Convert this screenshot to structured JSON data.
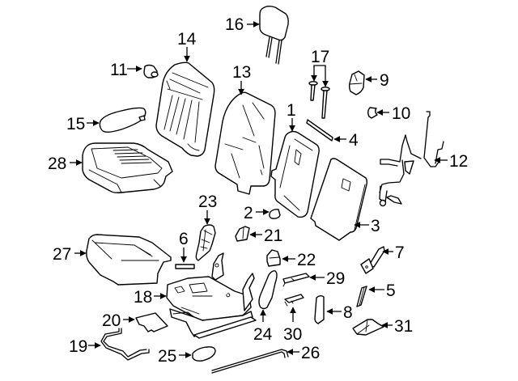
{
  "diagram": {
    "title": "Seat components exploded parts diagram",
    "callouts": [
      {
        "id": "1",
        "label": "1"
      },
      {
        "id": "2",
        "label": "2"
      },
      {
        "id": "3",
        "label": "3"
      },
      {
        "id": "4",
        "label": "4"
      },
      {
        "id": "5",
        "label": "5"
      },
      {
        "id": "6",
        "label": "6"
      },
      {
        "id": "7",
        "label": "7"
      },
      {
        "id": "8",
        "label": "8"
      },
      {
        "id": "9",
        "label": "9"
      },
      {
        "id": "10",
        "label": "10"
      },
      {
        "id": "11",
        "label": "11"
      },
      {
        "id": "12",
        "label": "12"
      },
      {
        "id": "13",
        "label": "13"
      },
      {
        "id": "14",
        "label": "14"
      },
      {
        "id": "15",
        "label": "15"
      },
      {
        "id": "16",
        "label": "16"
      },
      {
        "id": "17",
        "label": "17"
      },
      {
        "id": "18",
        "label": "18"
      },
      {
        "id": "19",
        "label": "19"
      },
      {
        "id": "20",
        "label": "20"
      },
      {
        "id": "21",
        "label": "21"
      },
      {
        "id": "22",
        "label": "22"
      },
      {
        "id": "23",
        "label": "23"
      },
      {
        "id": "24",
        "label": "24"
      },
      {
        "id": "25",
        "label": "25"
      },
      {
        "id": "26",
        "label": "26"
      },
      {
        "id": "27",
        "label": "27"
      },
      {
        "id": "28",
        "label": "28"
      },
      {
        "id": "29",
        "label": "29"
      },
      {
        "id": "30",
        "label": "30"
      },
      {
        "id": "31",
        "label": "31"
      }
    ]
  }
}
